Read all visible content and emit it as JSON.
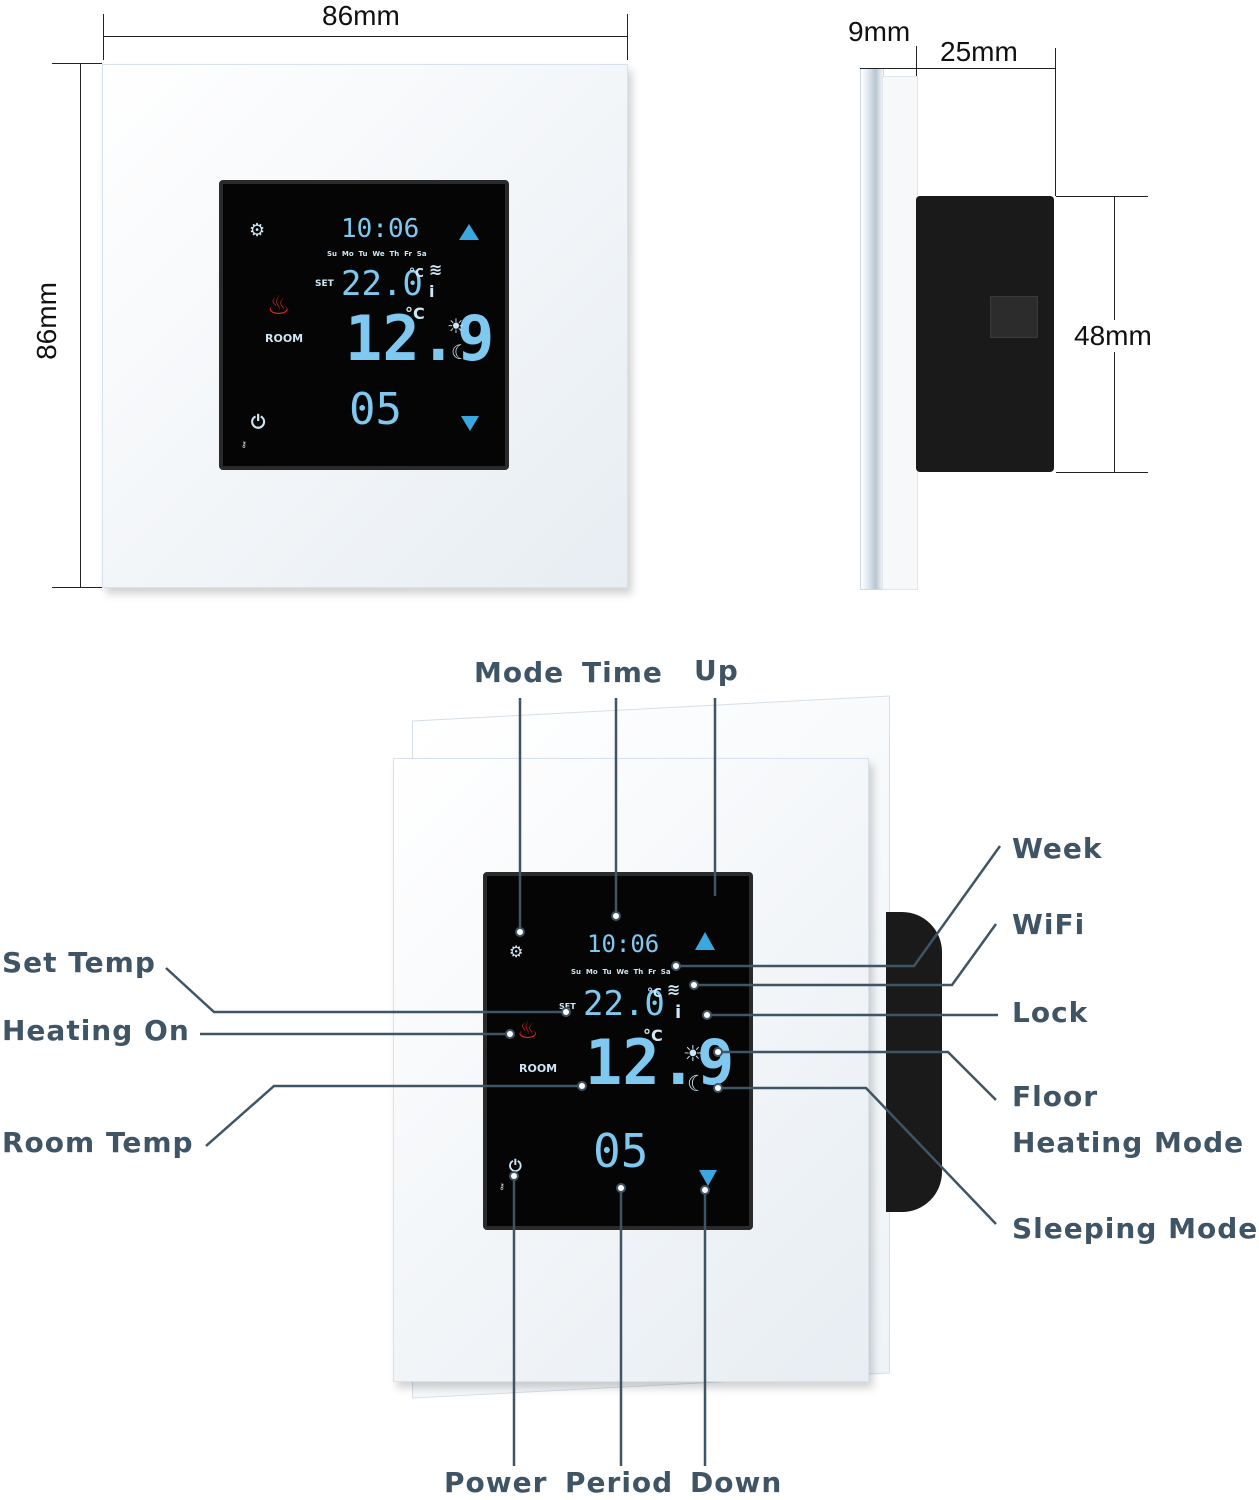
{
  "colors": {
    "callout_text": "#3f5566",
    "lcd_blue": "#7fc8f0",
    "arrow_blue": "#3aa8e0",
    "flame_red": "#e0261c",
    "housing": "#1a1a1a"
  },
  "front_view": {
    "width_label": "86mm",
    "height_label": "86mm"
  },
  "side_view": {
    "glass_depth_label": "9mm",
    "body_depth_label": "25mm",
    "body_height_label": "48mm"
  },
  "display": {
    "time": "10:06",
    "weekdays": "Su  Mo  Tu  We  Th  Fr  Sa",
    "set_tag": "SET",
    "set_temp": "22.0",
    "unit": "°C",
    "room_temp": "12.9",
    "room_tag": "ROOM",
    "period": "05"
  },
  "icons": {
    "mode": "gear-icon",
    "up": "triangle-up-icon",
    "down": "triangle-down-icon",
    "power": "power-icon",
    "heating": "flame-icon",
    "wifi": "wifi-icon",
    "lock": "thermometer-lock-icon",
    "floor": "sun-icon",
    "sleep": "moon-icon",
    "key": "key-icon"
  },
  "callouts": {
    "mode": "Mode",
    "time": "Time",
    "up": "Up",
    "week": "Week",
    "wifi": "WiFi",
    "lock": "Lock",
    "floor_line1": "Floor",
    "floor_line2": "Heating Mode",
    "sleeping": "Sleeping Mode",
    "set_temp": "Set Temp",
    "heating_on": "Heating On",
    "room_temp": "Room Temp",
    "power": "Power",
    "period": "Period",
    "down": "Down"
  }
}
